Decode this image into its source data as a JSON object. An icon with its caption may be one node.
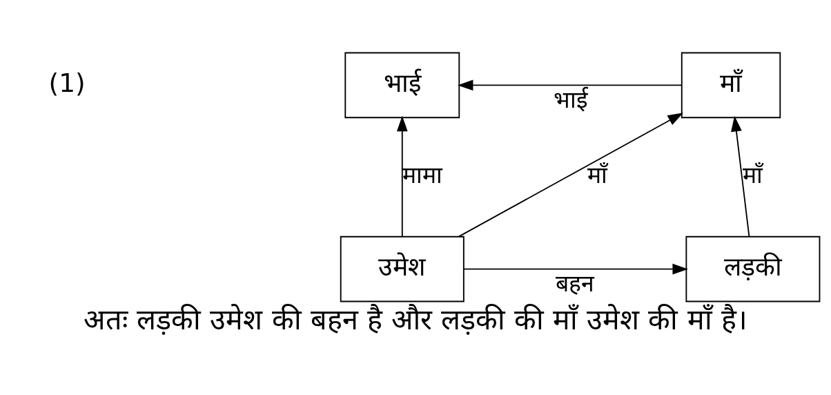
{
  "diagram": {
    "caption": "अतः लड़की उमेश की बहन है और लड़की की माँ उमेश की माँ है।",
    "nodes": [
      {
        "text": [
          "भाई"
        ]
      },
      {
        "text": [
          "माँ"
        ]
      },
      {
        "text": [
          "उमेश"
        ]
      },
      {
        "text": [
          "लड़की"
        ]
      }
    ],
    "edges": [
      {
        "from": 1,
        "to": 0,
        "arrow": "to",
        "label": "भाई"
      },
      {
        "from": 2,
        "to": 0,
        "arrow": "to",
        "label": "मामा"
      },
      {
        "from": 2,
        "to": 1,
        "arrow": "to",
        "label": "माँ"
      },
      {
        "from": 3,
        "to": 1,
        "arrow": "to",
        "label": "माँ"
      },
      {
        "from": 2,
        "to": 3,
        "arrow": "to",
        "label": "बहन"
      }
    ],
    "labels": [
      "(1)"
    ]
  }
}
